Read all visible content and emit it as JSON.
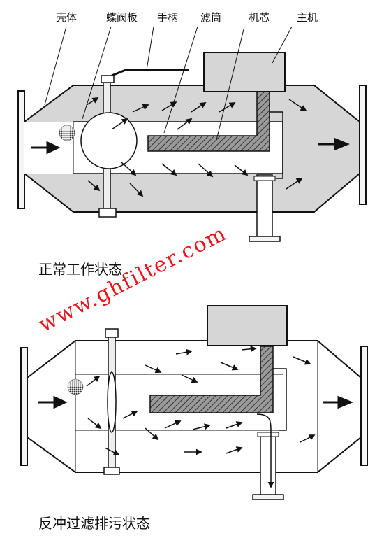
{
  "labels": {
    "shell": "壳体",
    "butterfly_plate": "蝶阀板",
    "handle": "手柄",
    "filter_cylinder": "滤筒",
    "core": "机芯",
    "main_unit": "主机"
  },
  "captions": {
    "normal": "正常工作状态",
    "backwash": "反冲过滤排污状态"
  },
  "watermark": "www.ghfilter.com",
  "colors": {
    "fill_gray": "#d6d6d6",
    "stroke": "#1a1a1a",
    "watermark": "#e8151b"
  }
}
